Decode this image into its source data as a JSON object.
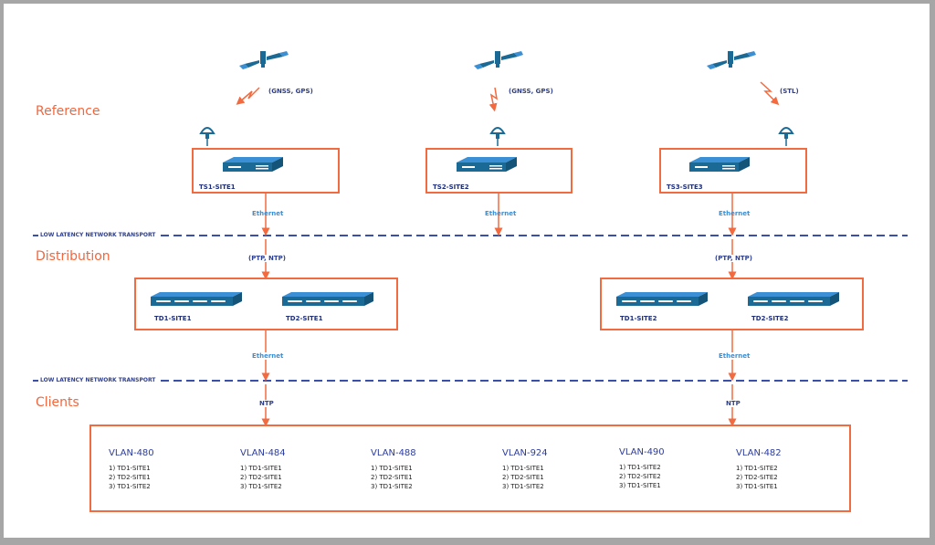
{
  "sections": {
    "reference": "Reference",
    "distribution": "Distribution",
    "clients": "Clients"
  },
  "transport_label": "LOW LATENCY NETWORK TRANSPORT",
  "satellites": [
    {
      "icon": "satellite-icon",
      "signal": "(GNSS, GPS)"
    },
    {
      "icon": "satellite-icon",
      "signal": "(GNSS, GPS)"
    },
    {
      "icon": "satellite-icon",
      "signal": "(STL)"
    }
  ],
  "time_servers": [
    {
      "name": "TS1-SITE1",
      "link": "Ethernet",
      "downstream": "(PTP, NTP)"
    },
    {
      "name": "TS2-SITE2",
      "link": "Ethernet"
    },
    {
      "name": "TS3-SITE3",
      "link": "Ethernet",
      "downstream": "(PTP, NTP)"
    }
  ],
  "distribution_groups": [
    {
      "devices": [
        "TD1-SITE1",
        "TD2-SITE1"
      ],
      "link": "Ethernet",
      "downstream": "NTP"
    },
    {
      "devices": [
        "TD1-SITE2",
        "TD2-SITE2"
      ],
      "link": "Ethernet",
      "downstream": "NTP"
    }
  ],
  "vlans": [
    {
      "name": "VLAN-480",
      "items": [
        "1) TD1-SITE1",
        "2) TD2-SITE1",
        "3) TD1-SITE2"
      ]
    },
    {
      "name": "VLAN-484",
      "items": [
        "1) TD1-SITE1",
        "2) TD2-SITE1",
        "3) TD1-SITE2"
      ]
    },
    {
      "name": "VLAN-488",
      "items": [
        "1) TD1-SITE1",
        "2) TD2-SITE1",
        "3) TD1-SITE2"
      ]
    },
    {
      "name": "VLAN-924",
      "items": [
        "1) TD1-SITE1",
        "2) TD2-SITE1",
        "3) TD1-SITE2"
      ]
    },
    {
      "name": "VLAN-490",
      "items": [
        "1) TD1-SITE2",
        "2) TD2-SITE2",
        "3) TD1-SITE1"
      ]
    },
    {
      "name": "VLAN-482",
      "items": [
        "1) TD1-SITE2",
        "2) TD2-SITE2",
        "3) TD1-SITE1"
      ]
    }
  ],
  "colors": {
    "accent": "#f26a3f",
    "device": "#1b6a96",
    "label": "#2e3f8f",
    "ethernet": "#3b8fd4",
    "transport_line": "#3a4fa8"
  }
}
